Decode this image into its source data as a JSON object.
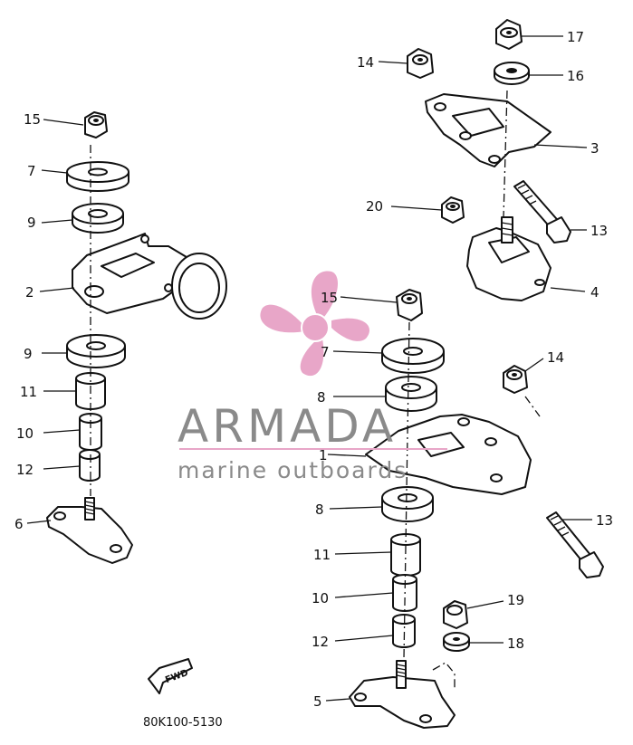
{
  "diagram": {
    "part_code": "80K100-5130",
    "fwd_label": "FWD",
    "callouts": {
      "c1": "1",
      "c2": "2",
      "c3": "3",
      "c4": "4",
      "c5": "5",
      "c6": "6",
      "c7a": "7",
      "c7b": "7",
      "c8a": "8",
      "c8b": "8",
      "c9a": "9",
      "c9b": "9",
      "c10a": "10",
      "c10b": "10",
      "c11a": "11",
      "c11b": "11",
      "c12a": "12",
      "c12b": "12",
      "c13a": "13",
      "c13b": "13",
      "c14a": "14",
      "c14b": "14",
      "c15a": "15",
      "c15b": "15",
      "c16": "16",
      "c17": "17",
      "c18": "18",
      "c19": "19",
      "c20": "20"
    }
  },
  "watermark": {
    "brand": "ARMADA",
    "tagline": "marine outboards",
    "logo_color": "#e8a6c8",
    "text_color": "#8a8a8a"
  }
}
